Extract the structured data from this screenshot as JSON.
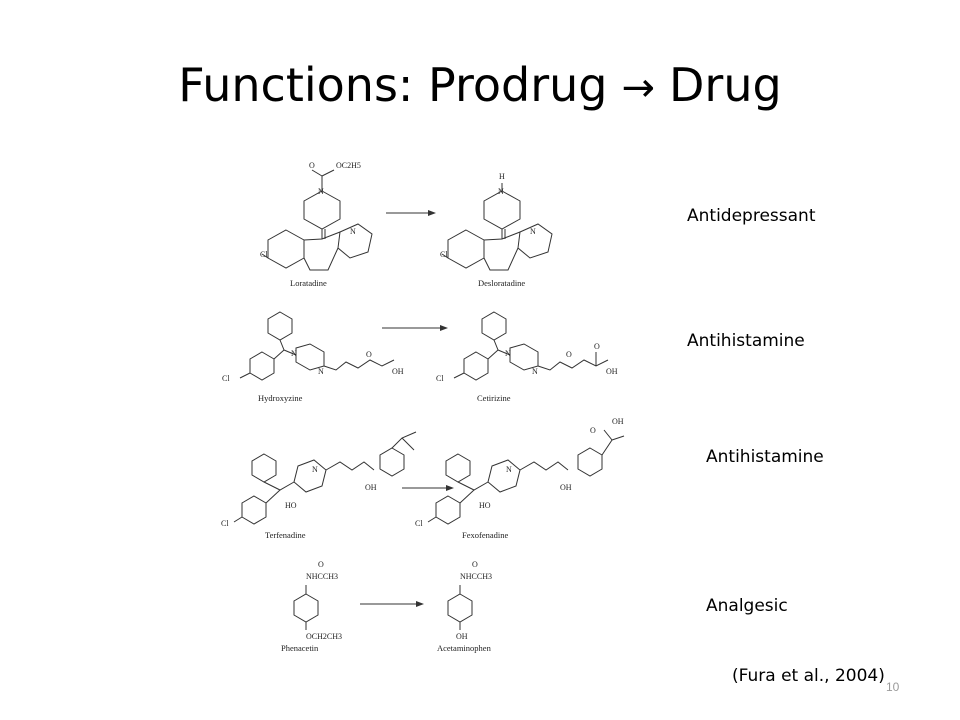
{
  "slide": {
    "title_part1": "Functions: Prodrug",
    "title_arrow": "→",
    "title_part2": "Drug",
    "citation": "(Fura et al., 2004)",
    "slide_number": "10"
  },
  "reactions": [
    {
      "prodrug": "Loratadine",
      "drug": "Desloratadine",
      "function": "Antidepressant",
      "prodrug_group": "OC2H5",
      "atoms": [
        "O",
        "N",
        "N",
        "Cl",
        "H",
        "N",
        "N",
        "Cl"
      ]
    },
    {
      "prodrug": "Hydroxyzine",
      "drug": "Cetirizine",
      "function": "Antihistamine",
      "atoms": [
        "N",
        "N",
        "O",
        "OH",
        "Cl",
        "N",
        "N",
        "O",
        "O",
        "OH",
        "Cl"
      ]
    },
    {
      "prodrug": "Terfenadine",
      "drug": "Fexofenadine",
      "function": "Antihistamine",
      "atoms": [
        "N",
        "HO",
        "OH",
        "Cl",
        "N",
        "HO",
        "OH",
        "O",
        "OH",
        "Cl"
      ]
    },
    {
      "prodrug": "Phenacetin",
      "drug": "Acetaminophen",
      "function": "Analgesic",
      "prodrug_group_top": "NHCCH3",
      "prodrug_group_bottom": "OCH2CH3",
      "drug_group_top": "NHCCH3",
      "drug_group_bottom": "OH",
      "atoms": [
        "O",
        "O"
      ]
    }
  ]
}
